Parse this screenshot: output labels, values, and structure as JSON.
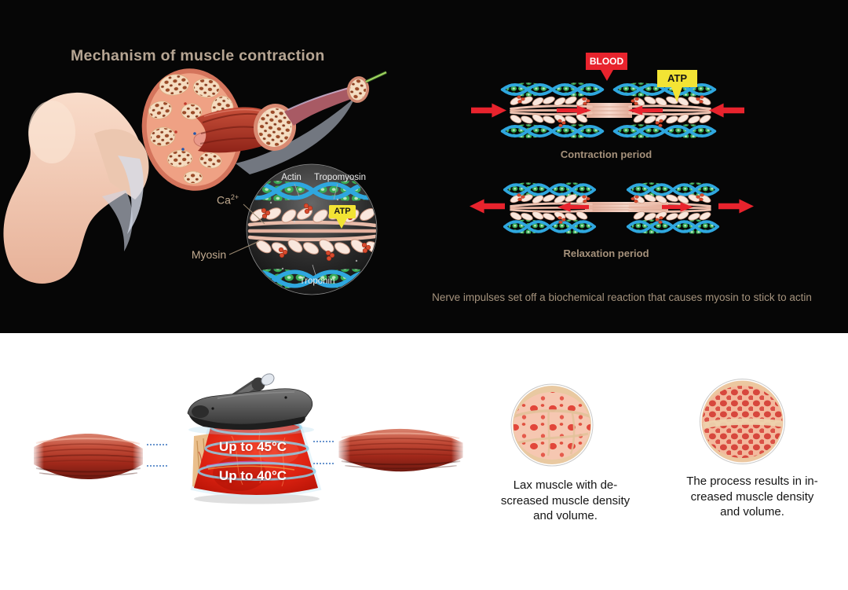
{
  "top_panel": {
    "title": "Mechanism of muscle contraction",
    "footnote": "Nerve impulses set off a biochemical reaction that causes myosin to stick to actin",
    "inset": {
      "ca_base": "Ca",
      "ca_sup": "2+",
      "actin": "Actin",
      "tropomyosin": "Tropomyosin",
      "atp": "ATP",
      "myosin": "Myosin",
      "troponin": "Troponin"
    },
    "contraction": {
      "blood": "BLOOD",
      "atp": "ATP",
      "caption": "Contraction period"
    },
    "relaxation": {
      "caption": "Relaxation period"
    }
  },
  "bottom_panel": {
    "temps": {
      "outer": "Up to 45°C",
      "core": "Up to 40°C"
    },
    "lax_caption": [
      "Lax muscle with de-",
      "screased muscle density",
      "and volume."
    ],
    "dense_caption": [
      "The process results in in-",
      "creased muscle density",
      "and volume."
    ]
  },
  "colors": {
    "panel_bg": "#060606",
    "heading_tan": "#b6a593",
    "caption_tan": "#a5917b",
    "arrow_red": "#e8232d",
    "blood_red": "#e8232d",
    "atp_yellow": "#f3e434",
    "actin_green": "#39ab55",
    "tropomyosin_blue": "#2fa7df",
    "myosin_pink": "#f9e7dd",
    "cone_red": "#df2312",
    "ring_blue": "#8ecfe8",
    "skin": "#f9dcca"
  }
}
